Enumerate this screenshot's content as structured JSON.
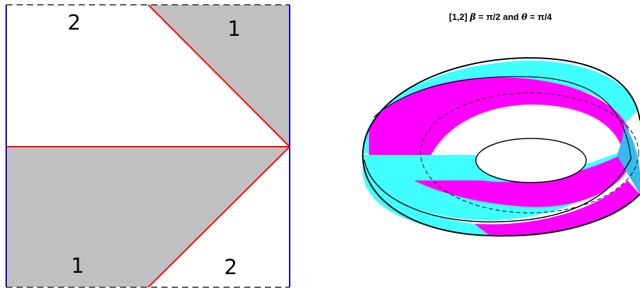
{
  "left_diagram": {
    "labels": {
      "top_left": "2",
      "top_right": "1",
      "bottom_left": "1",
      "bottom_right": "2"
    },
    "colors": {
      "shaded": "#c0c0c0",
      "fold_lines": "#ff0000",
      "side_edges": "#0000cc",
      "dashed_edges": "#555555"
    }
  },
  "right_diagram": {
    "title": {
      "prefix": "[1,2]",
      "beta": "β",
      "beta_value": "= π/2 and",
      "theta": "θ",
      "theta_value": "= π/4"
    },
    "colors": {
      "side_one": "#ff00ff",
      "side_two": "#40ffff",
      "twist": "#33bbee",
      "outline": "#000000"
    }
  }
}
